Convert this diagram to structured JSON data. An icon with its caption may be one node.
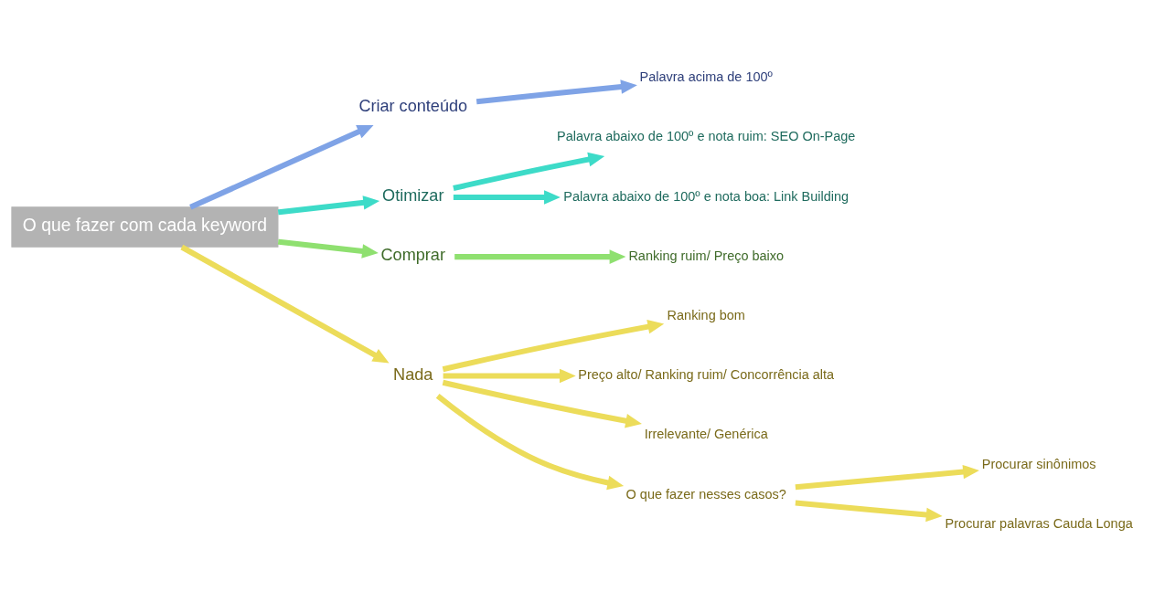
{
  "diagram": {
    "nodes": [
      {
        "text": [
          "O que fazer com cada keyword"
        ]
      },
      {
        "text": [
          "Criar conteúdo"
        ]
      },
      {
        "text": [
          "Palavra acima de 100º"
        ]
      },
      {
        "text": [
          "Otimizar"
        ]
      },
      {
        "text": [
          "Palavra abaixo de 100º e nota ruim: SEO On-Page"
        ]
      },
      {
        "text": [
          "Palavra abaixo de 100º e nota boa: Link Building"
        ]
      },
      {
        "text": [
          "Comprar"
        ]
      },
      {
        "text": [
          "Ranking ruim/ Preço baixo"
        ]
      },
      {
        "text": [
          "Nada"
        ]
      },
      {
        "text": [
          "Ranking bom"
        ]
      },
      {
        "text": [
          "Preço alto/ Ranking ruim/ Concorrência alta"
        ]
      },
      {
        "text": [
          "Irrelevante/ Genérica"
        ]
      },
      {
        "text": [
          "O que fazer nesses casos?"
        ]
      },
      {
        "text": [
          "Procurar sinônimos"
        ]
      },
      {
        "text": [
          "Procurar palavras Cauda Longa"
        ]
      }
    ],
    "edges": [
      {
        "from": 0,
        "to": 1,
        "arrow": "to",
        "color": "#7fa3e6"
      },
      {
        "from": 1,
        "to": 2,
        "arrow": "to",
        "color": "#7fa3e6"
      },
      {
        "from": 0,
        "to": 3,
        "arrow": "to",
        "color": "#3ddbc8"
      },
      {
        "from": 3,
        "to": 4,
        "arrow": "to",
        "color": "#3ddbc8"
      },
      {
        "from": 3,
        "to": 5,
        "arrow": "to",
        "color": "#3ddbc8"
      },
      {
        "from": 0,
        "to": 6,
        "arrow": "to",
        "color": "#8fe070"
      },
      {
        "from": 6,
        "to": 7,
        "arrow": "to",
        "color": "#8fe070"
      },
      {
        "from": 0,
        "to": 8,
        "arrow": "to"
      },
      {
        "from": 8,
        "to": 9,
        "arrow": "to"
      },
      {
        "from": 8,
        "to": 10,
        "arrow": "to"
      },
      {
        "from": 8,
        "to": 11,
        "arrow": "to"
      },
      {
        "from": 8,
        "to": 12,
        "arrow": "to"
      },
      {
        "from": 12,
        "to": 13,
        "arrow": "to"
      },
      {
        "from": 12,
        "to": 14,
        "arrow": "to"
      }
    ]
  }
}
